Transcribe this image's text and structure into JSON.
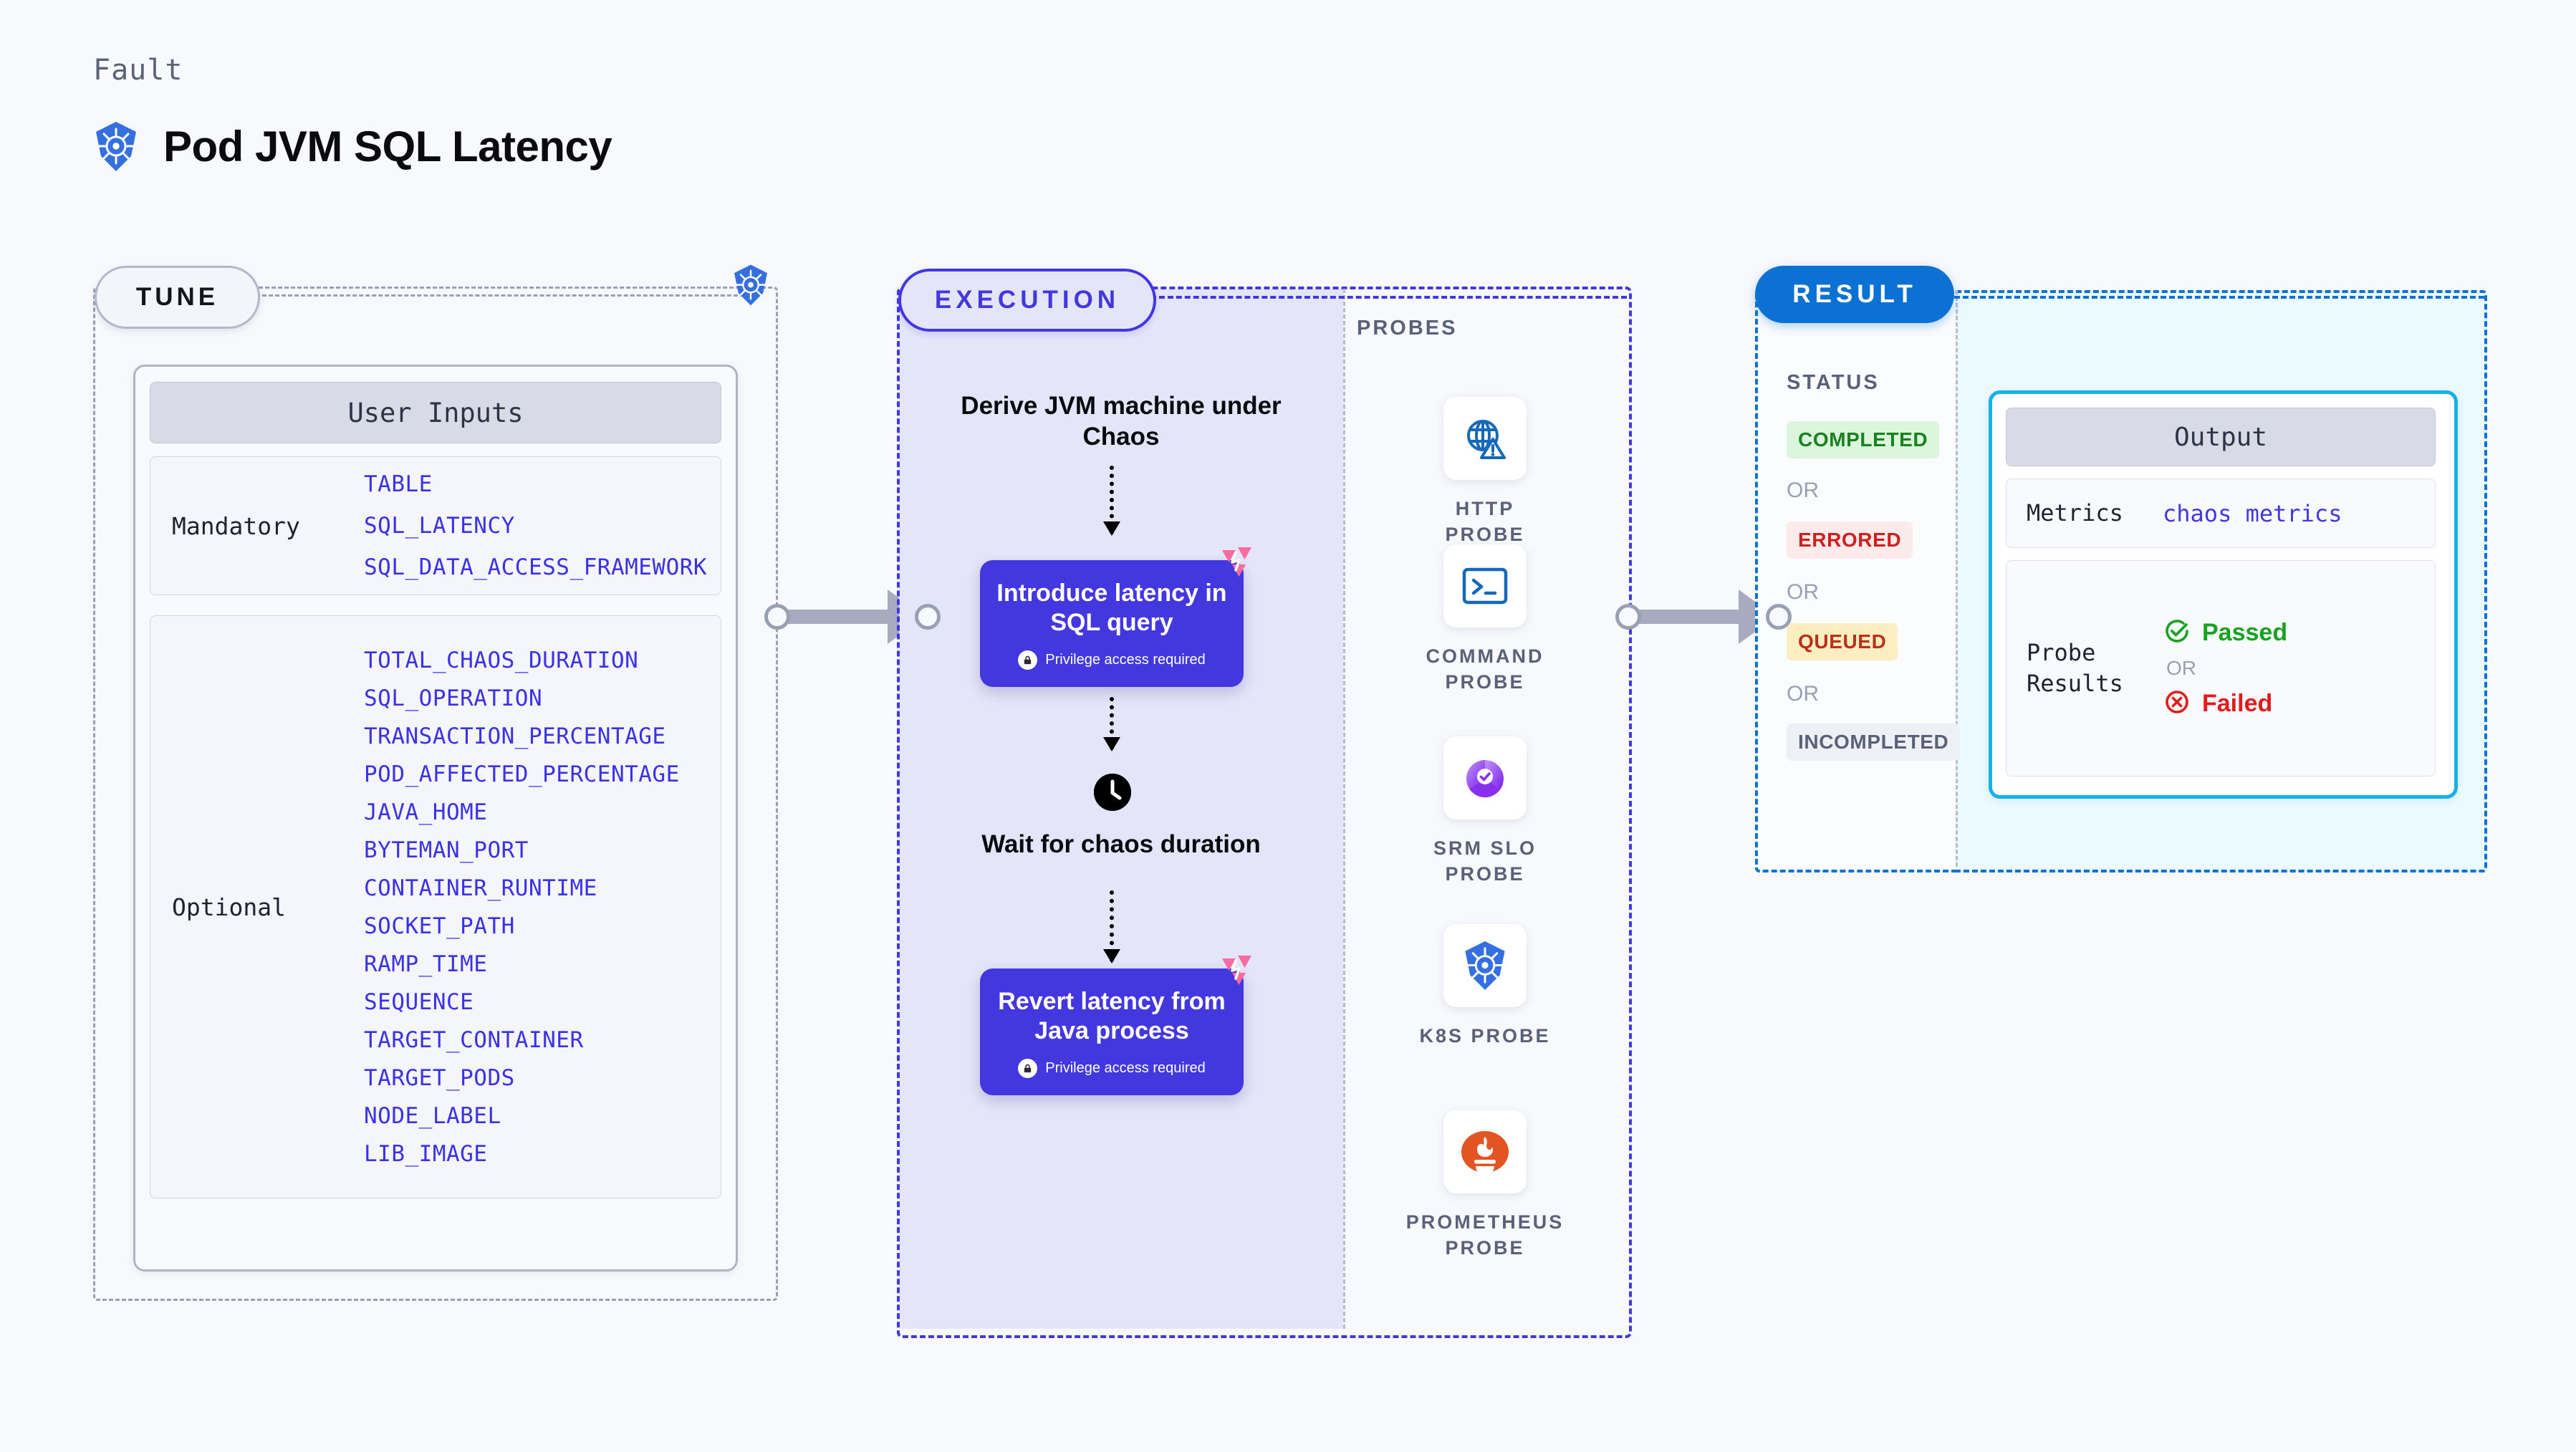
{
  "header": {
    "eyebrow": "Fault",
    "title": "Pod JVM SQL Latency",
    "icon": "kubernetes-icon"
  },
  "tune": {
    "pill_label": "TUNE",
    "badge_icon": "kubernetes-icon",
    "card": {
      "header": "User Inputs",
      "groups": [
        {
          "role": "Mandatory",
          "params": [
            "TABLE",
            "SQL_LATENCY",
            "SQL_DATA_ACCESS_FRAMEWORK"
          ]
        },
        {
          "role": "Optional",
          "params": [
            "TOTAL_CHAOS_DURATION",
            "SQL_OPERATION",
            "TRANSACTION_PERCENTAGE",
            "POD_AFFECTED_PERCENTAGE",
            "JAVA_HOME",
            "BYTEMAN_PORT",
            "CONTAINER_RUNTIME",
            "SOCKET_PATH",
            "RAMP_TIME",
            "SEQUENCE",
            "TARGET_CONTAINER",
            "TARGET_PODS",
            "NODE_LABEL",
            "LIB_IMAGE"
          ]
        }
      ]
    }
  },
  "execution": {
    "pill_label": "EXECUTION",
    "step_derive": "Derive JVM machine under Chaos",
    "card_1": {
      "title": "Introduce latency in SQL query",
      "note": "Privilege access required",
      "note_icon": "lock-icon",
      "corner_icon": "litmus-chaos-icon"
    },
    "wait": {
      "icon": "clock-icon",
      "text": "Wait for chaos duration"
    },
    "card_2": {
      "title": "Revert latency from Java process",
      "note": "Privilege access required",
      "note_icon": "lock-icon",
      "corner_icon": "litmus-chaos-icon"
    }
  },
  "probes": {
    "label": "PROBES",
    "items": [
      {
        "label": "HTTP PROBE",
        "icon": "globe-warning-icon"
      },
      {
        "label": "COMMAND PROBE",
        "icon": "terminal-icon"
      },
      {
        "label": "SRM SLO PROBE",
        "icon": "srm-slo-icon"
      },
      {
        "label": "K8S PROBE",
        "icon": "kubernetes-icon"
      },
      {
        "label": "PROMETHEUS PROBE",
        "icon": "prometheus-icon"
      }
    ]
  },
  "result": {
    "pill_label": "RESULT",
    "status_label": "STATUS",
    "or_label": "OR",
    "statuses": [
      {
        "label": "COMPLETED",
        "bg": "#dcf5dd",
        "fg": "#18831e"
      },
      {
        "label": "ERRORED",
        "bg": "#fdeaea",
        "fg": "#cf2020"
      },
      {
        "label": "QUEUED",
        "bg": "#fdeec1",
        "fg": "#b8321b"
      },
      {
        "label": "INCOMPLETED",
        "bg": "#eff0f5",
        "fg": "#5b6178"
      }
    ],
    "output": {
      "header": "Output",
      "metrics_key": "Metrics",
      "metrics_value": "chaos metrics",
      "probe_key": "Probe Results",
      "passed_label": "Passed",
      "passed_icon": "check-circle-icon",
      "failed_label": "Failed",
      "failed_icon": "x-circle-icon",
      "or_label": "OR"
    }
  },
  "colors": {
    "background": "#f8f9fc",
    "k8s_blue": "#3670e0",
    "exec_purple": "#4338e0",
    "exec_panel": "#e5e5fa",
    "result_blue": "#0b72d4",
    "output_cyan": "#16b1e8",
    "output_panel": "#ebfaff",
    "param_blue": "#3a31e8",
    "litmus_pink": "#f86ba0",
    "prometheus_orange": "#e25423",
    "srm_purple": "#9b4ff2",
    "probe_blue": "#1668b8",
    "muted_text": "#5b6178"
  }
}
